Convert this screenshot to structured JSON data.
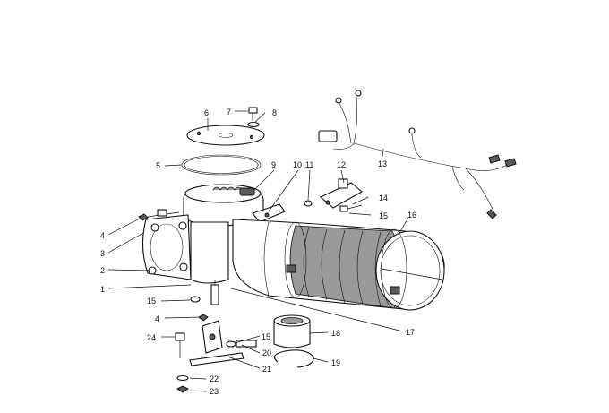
{
  "callouts": [
    "1",
    "2",
    "3",
    "4",
    "4",
    "5",
    "6",
    "7",
    "8",
    "9",
    "10",
    "11",
    "12",
    "13",
    "14",
    "15",
    "15",
    "15",
    "16",
    "17",
    "18",
    "19",
    "20",
    "21",
    "22",
    "23",
    "24"
  ],
  "watermark": ""
}
